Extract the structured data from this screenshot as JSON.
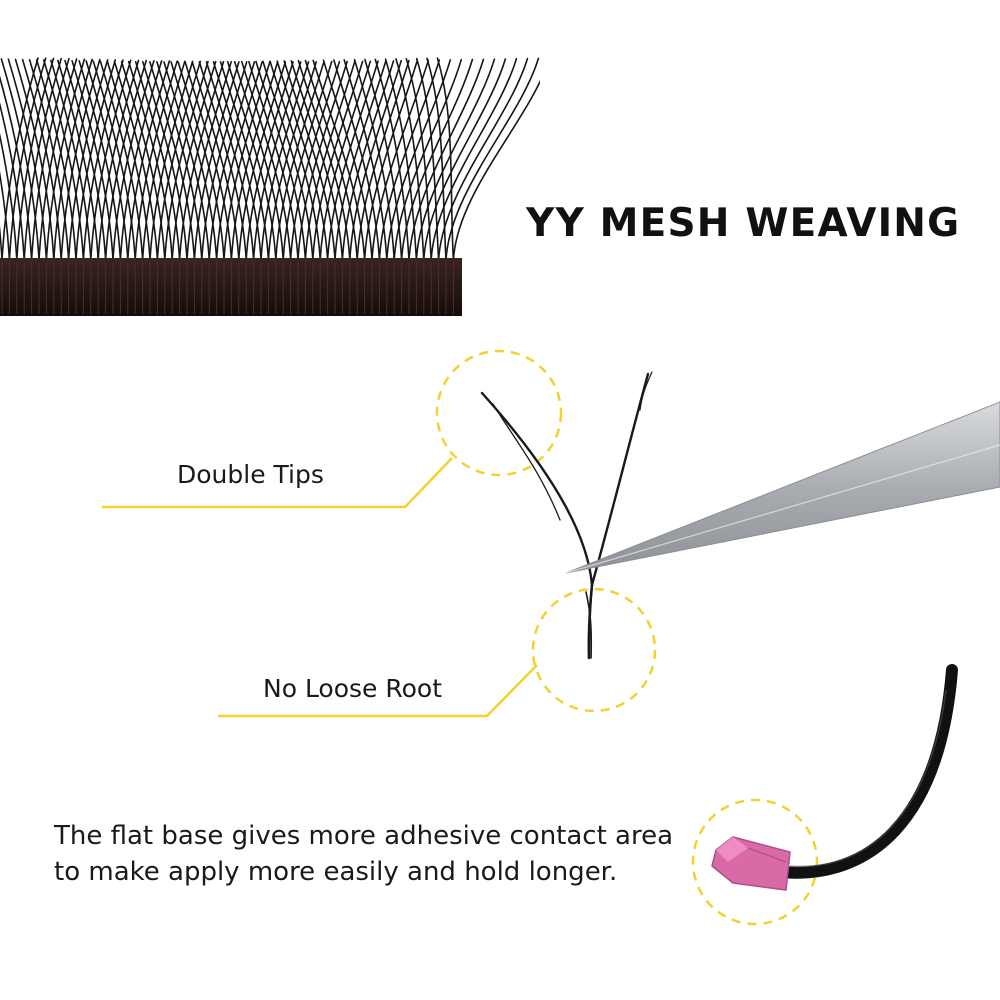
{
  "title": "YY MESH WEAVING",
  "callouts": {
    "double_tips": "Double Tips",
    "no_loose_root": "No Loose Root"
  },
  "description": {
    "line1": "The flat base gives more adhesive contact area",
    "line2": "to make apply more easily and hold longer."
  },
  "colors": {
    "accent_yellow": "#f2d230",
    "lash_black": "#111111",
    "strip_base": "#2a1a16",
    "tweezer_silver": "#b9bcc0",
    "base_pink": "#d96aa8"
  },
  "icons": [
    "lash-strip-image",
    "double-tip-lash-image",
    "tweezer-image",
    "flat-base-lash-image"
  ]
}
